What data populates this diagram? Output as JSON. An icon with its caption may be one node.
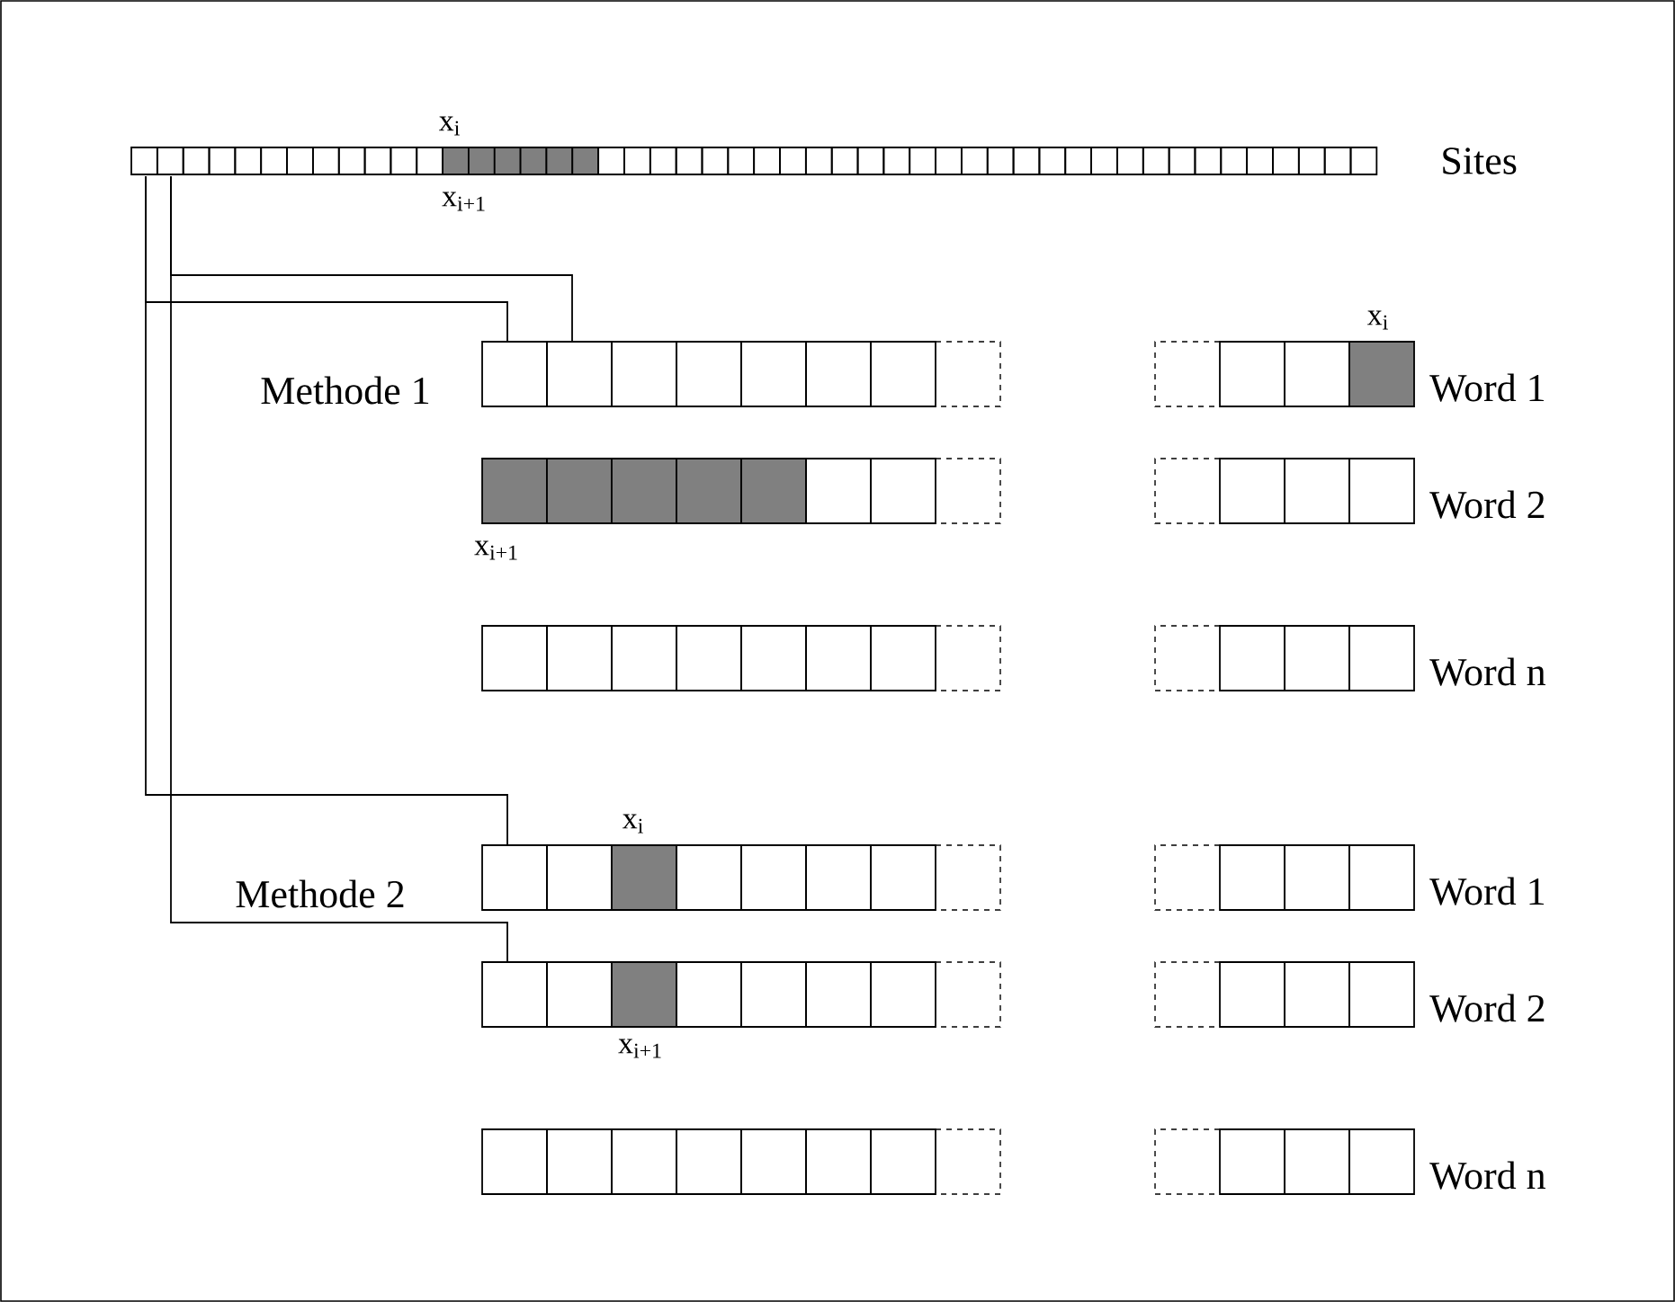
{
  "diagram": {
    "nodes": [
      {
        "text": [
          "Sites"
        ],
        "beside": [
          "x$_{i}$",
          "x$_{i+1}$"
        ]
      },
      {
        "text": [],
        "shape": "bar"
      },
      {
        "text": [
          "Word 1"
        ],
        "beside": [
          "x$_{i}$"
        ]
      },
      {
        "text": [],
        "shape": "bar",
        "beside": [
          "x$_{i+1}$"
        ]
      },
      {
        "text": [
          "Word 2"
        ]
      },
      {
        "text": [],
        "shape": "bar"
      },
      {
        "text": [
          "Word n"
        ]
      },
      {
        "text": [],
        "shape": "bar",
        "beside": [
          "x$_{i}$"
        ]
      },
      {
        "text": [
          "Word 1"
        ]
      },
      {
        "text": [],
        "shape": "bar",
        "beside": [
          "x$_{i+1}$"
        ]
      },
      {
        "text": [
          "Word 2"
        ]
      },
      {
        "text": [],
        "shape": "bar"
      },
      {
        "text": [
          "Word n"
        ]
      }
    ],
    "edges": [
      {
        "from": 0,
        "to": 1,
        "arrow": "none"
      },
      {
        "from": 0,
        "to": 1,
        "arrow": "none"
      },
      {
        "from": 0,
        "to": 7,
        "arrow": "none"
      },
      {
        "from": 0,
        "to": 9,
        "arrow": "none"
      }
    ],
    "labels": [
      "Methode 1",
      "Methode 2"
    ]
  }
}
